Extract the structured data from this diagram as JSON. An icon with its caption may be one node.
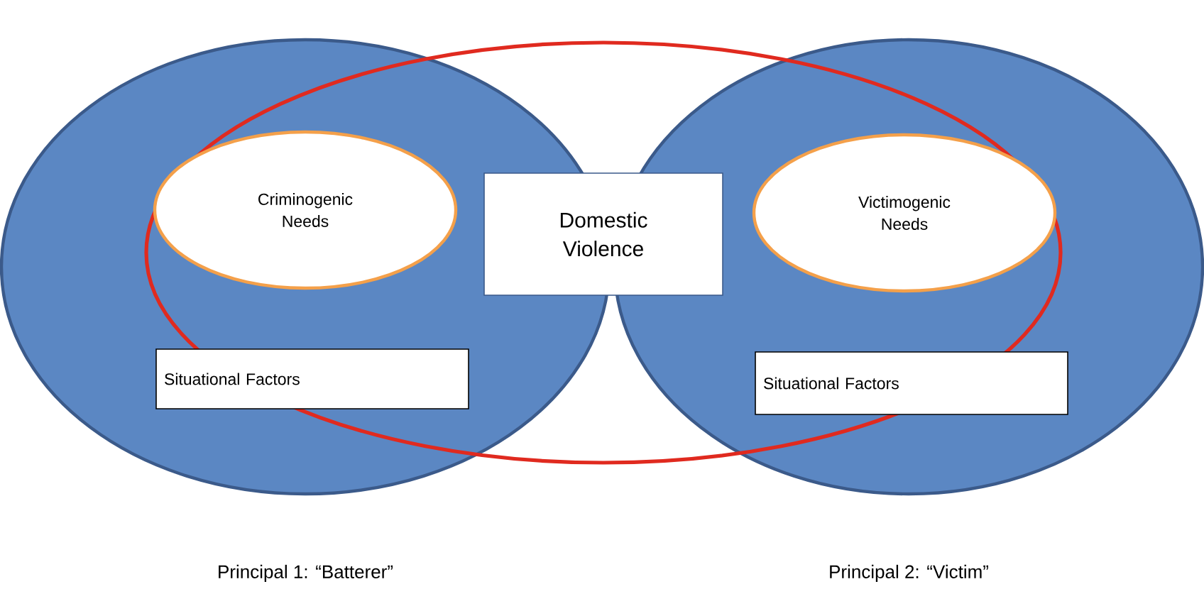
{
  "diagram": {
    "nodes": [
      {
        "text": [],
        "shape": "circle",
        "beside": [
          "Principal 1: “Batterer”"
        ]
      },
      {
        "text": [],
        "shape": "circle"
      },
      {
        "text": [],
        "shape": "circle",
        "beside": [
          "Principal 2: “Victim”"
        ]
      },
      {
        "text": [
          "Criminogenic Needs"
        ]
      },
      {
        "text": [
          "Domestic Violence"
        ],
        "in": 1
      },
      {
        "text": [
          "Victimogenic Needs"
        ]
      },
      {
        "text": [
          "Situational Factors"
        ]
      },
      {
        "text": [
          "Situational Factors"
        ]
      }
    ],
    "edges": []
  }
}
